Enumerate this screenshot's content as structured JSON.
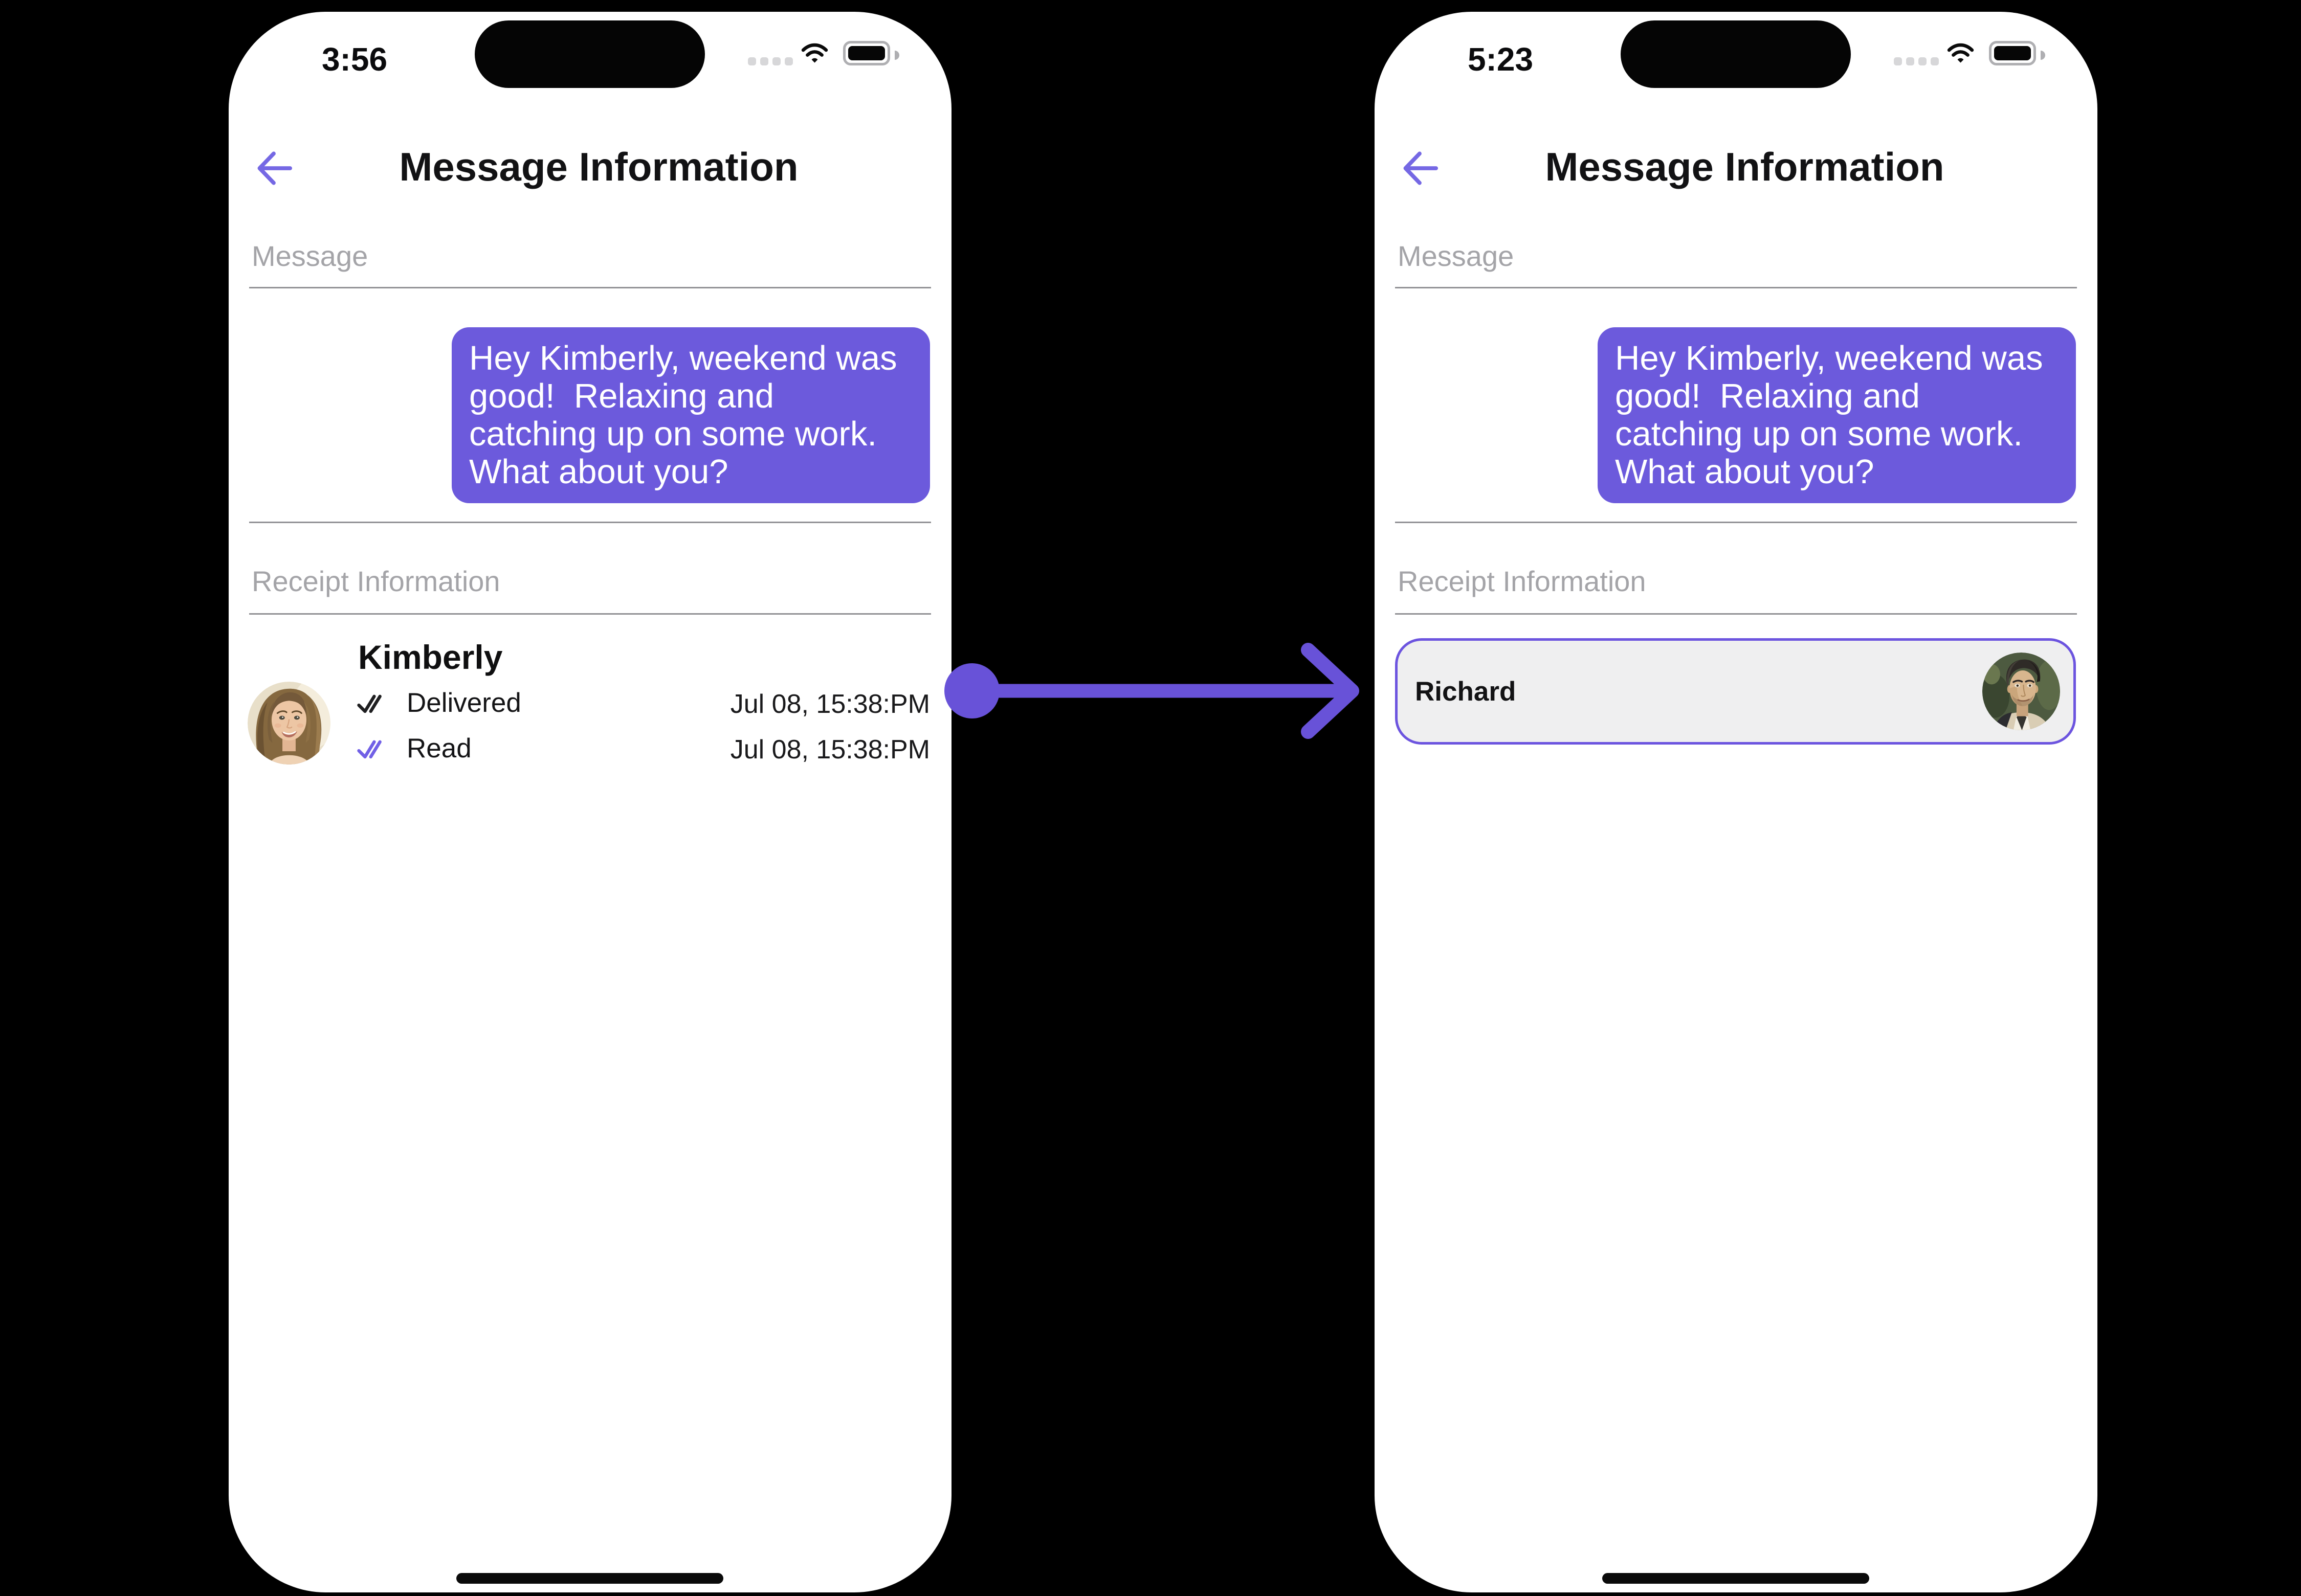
{
  "colors": {
    "background": "#000000",
    "bubble": "#6C5ADC",
    "arrow": "#6852D8",
    "back_arrow": "#7568E4",
    "read_check": "#7160E6",
    "delivered_check": "#1E1E20",
    "divider": "#919195",
    "section_label": "#A4A4A8",
    "richard_border": "#6C54DF",
    "richard_bg": "#EFEFF0",
    "timestamp_text": "#19191B",
    "status_dots": "#D7D7D9",
    "battery_outline": "#AFAFB2"
  },
  "left_phone": {
    "status_bar": {
      "time": "3:56",
      "icons": [
        "cellular-signal-icon",
        "wifi-icon",
        "battery-icon"
      ]
    },
    "header": {
      "back_icon": "arrow-left-icon",
      "title": "Message Information"
    },
    "message_section": {
      "label": "Message",
      "bubble": {
        "lines": [
          "Hey Kimberly, weekend was",
          "good!  Relaxing and",
          "catching up on some work.",
          "What about you?"
        ]
      }
    },
    "receipt_section": {
      "label": "Receipt Information",
      "contact_name": "Kimberly",
      "avatar": "kimberly-portrait",
      "statuses": [
        {
          "label": "Delivered",
          "icon": "double-check-icon",
          "icon_color": "#1E1E20",
          "timestamp": "Jul 08, 15:38:PM"
        },
        {
          "label": "Read",
          "icon": "double-check-icon",
          "icon_color": "#7160E6",
          "timestamp": "Jul 08, 15:38:PM"
        }
      ]
    }
  },
  "right_phone": {
    "status_bar": {
      "time": "5:23",
      "icons": [
        "cellular-signal-icon",
        "wifi-icon",
        "battery-icon"
      ]
    },
    "header": {
      "back_icon": "arrow-left-icon",
      "title": "Message Information"
    },
    "message_section": {
      "label": "Message",
      "bubble": {
        "lines": [
          "Hey Kimberly, weekend was",
          "good!  Relaxing and",
          "catching up on some work.",
          "What about you?"
        ]
      }
    },
    "receipt_section": {
      "label": "Receipt Information",
      "recipient": {
        "name": "Richard",
        "avatar": "richard-portrait"
      }
    }
  },
  "transition_arrow": {
    "shape": "dot-line-arrow",
    "direction": "right"
  }
}
